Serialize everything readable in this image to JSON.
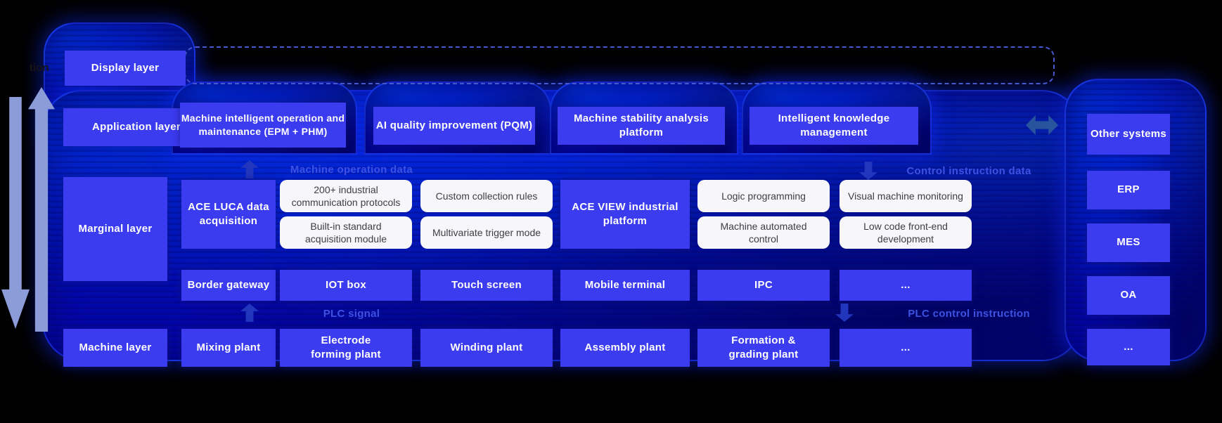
{
  "colors": {
    "box_blue": "#3b3bef",
    "glow_base": "#0407a8",
    "white_box_bg": "#f7f7f9",
    "white_box_text": "#3d3d46",
    "flow_label": "#3d51e3",
    "big_arrow": "#8b9cd8",
    "mini_arrow": "#2135bd",
    "double_arrow": "#27549d",
    "dashed_line": "#4758cf"
  },
  "left_edge": {
    "partial_text": "tion"
  },
  "layers": {
    "display": "Display layer",
    "application": "Application layer",
    "marginal": "Marginal layer",
    "machine": "Machine layer"
  },
  "application_row": {
    "epm_phm": "Machine intelligent operation and maintenance (EPM + PHM)",
    "pqm": "AI quality improvement (PQM)",
    "stability": "Machine stability analysis platform",
    "knowledge": "Intelligent knowledge management"
  },
  "right_column": {
    "other_systems": "Other systems",
    "erp": "ERP",
    "mes": "MES",
    "oa": "OA",
    "more": "..."
  },
  "flow_labels": {
    "machine_operation_data": "Machine operation data",
    "control_instruction_data": "Control instruction data",
    "plc_signal": "PLC signal",
    "plc_control_instruction": "PLC control instruction"
  },
  "marginal_section": {
    "ace_luca": "ACE LUCA data acquisition",
    "acquisition_features": [
      "200+ industrial communication protocols",
      "Custom collection rules",
      "Built-in standard acquisition module",
      "Multivariate trigger mode"
    ],
    "ace_view": "ACE VIEW industrial platform",
    "platform_features": [
      "Logic programming",
      "Visual machine monitoring",
      "Machine automated control",
      "Low code front-end development"
    ]
  },
  "device_row": {
    "border_gateway": "Border gateway",
    "iot_box": "IOT box",
    "touch_screen": "Touch screen",
    "mobile_terminal": "Mobile terminal",
    "ipc": "IPC",
    "more": "..."
  },
  "machine_row": {
    "mixing": "Mixing plant",
    "electrode": "Electrode forming plant",
    "winding": "Winding plant",
    "assembly": "Assembly plant",
    "formation": "Formation & grading plant",
    "more": "..."
  }
}
